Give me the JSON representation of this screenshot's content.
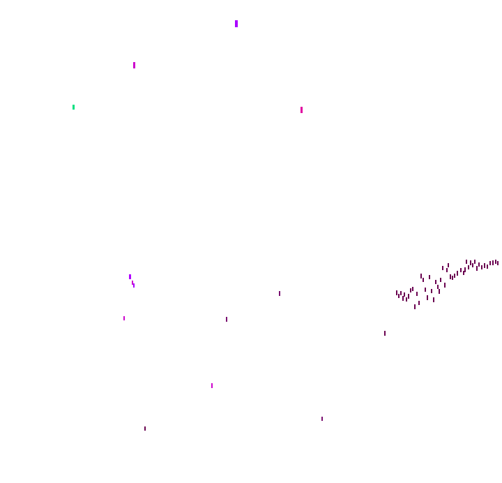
{
  "colors": {
    "background": "#ffffff",
    "magenta": "#cc00cc",
    "violet": "#aa00ff",
    "pink": "#e000a0",
    "green": "#00e080",
    "dark_purple": "#6a0050",
    "purple": "#7a1070",
    "light_violet": "#b000ff"
  },
  "marks": [
    {
      "color": "violet"
    },
    {
      "color": "magenta"
    },
    {
      "color": "green"
    },
    {
      "color": "pink"
    },
    {
      "color": "light_violet"
    },
    {
      "color": "magenta"
    },
    {
      "color": "violet"
    },
    {
      "color": "purple"
    },
    {
      "color": "magenta"
    },
    {
      "color": "purple"
    },
    {
      "color": "dark_purple"
    },
    {
      "color": "magenta"
    },
    {
      "color": "purple"
    },
    {
      "color": "dark_purple"
    }
  ],
  "cluster": {
    "color": "dark_purple",
    "count": 48
  }
}
